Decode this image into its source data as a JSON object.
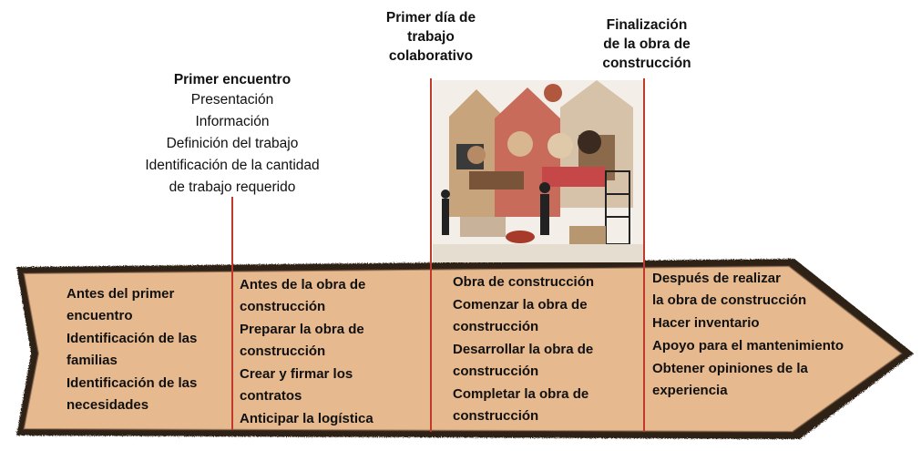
{
  "milestones": {
    "first_meeting": {
      "title": "Primer encuentro",
      "lines": [
        "Presentación",
        "Información",
        "Definición del trabajo",
        "Identificación de la cantidad",
        "de trabajo requerido"
      ]
    },
    "first_day": {
      "title_lines": [
        "Primer día de",
        "trabajo",
        "colaborativo"
      ]
    },
    "completion": {
      "title_lines": [
        "Finalización",
        "de la obra de",
        "construcción"
      ]
    }
  },
  "phases": {
    "col1": [
      [
        "Antes del primer",
        "encuentro"
      ],
      [
        "Identificación de las",
        "familias"
      ],
      [
        "Identificación de las",
        "necesidades"
      ]
    ],
    "col2": [
      [
        "Antes de la obra de",
        "construcción"
      ],
      [
        "Preparar la obra de",
        "construcción"
      ],
      [
        "Crear y firmar los",
        "contratos"
      ],
      [
        "Anticipar la logística"
      ]
    ],
    "col3": [
      [
        "Obra de construcción"
      ],
      [
        "Comenzar la obra de",
        "construcción"
      ],
      [
        "Desarrollar la obra de",
        "construcción"
      ],
      [
        "Completar la obra de",
        "construcción"
      ]
    ],
    "col4": [
      [
        "Después de realizar",
        "la obra de construcción"
      ],
      [
        "Hacer inventario"
      ],
      [
        "Apoyo para el mantenimiento"
      ],
      [
        "Obtener opiniones de la",
        "experiencia"
      ]
    ]
  },
  "colors": {
    "arrow_fill": "#e7b98e",
    "arrow_edge": "#3a2a20",
    "marker": "#c0392b"
  }
}
